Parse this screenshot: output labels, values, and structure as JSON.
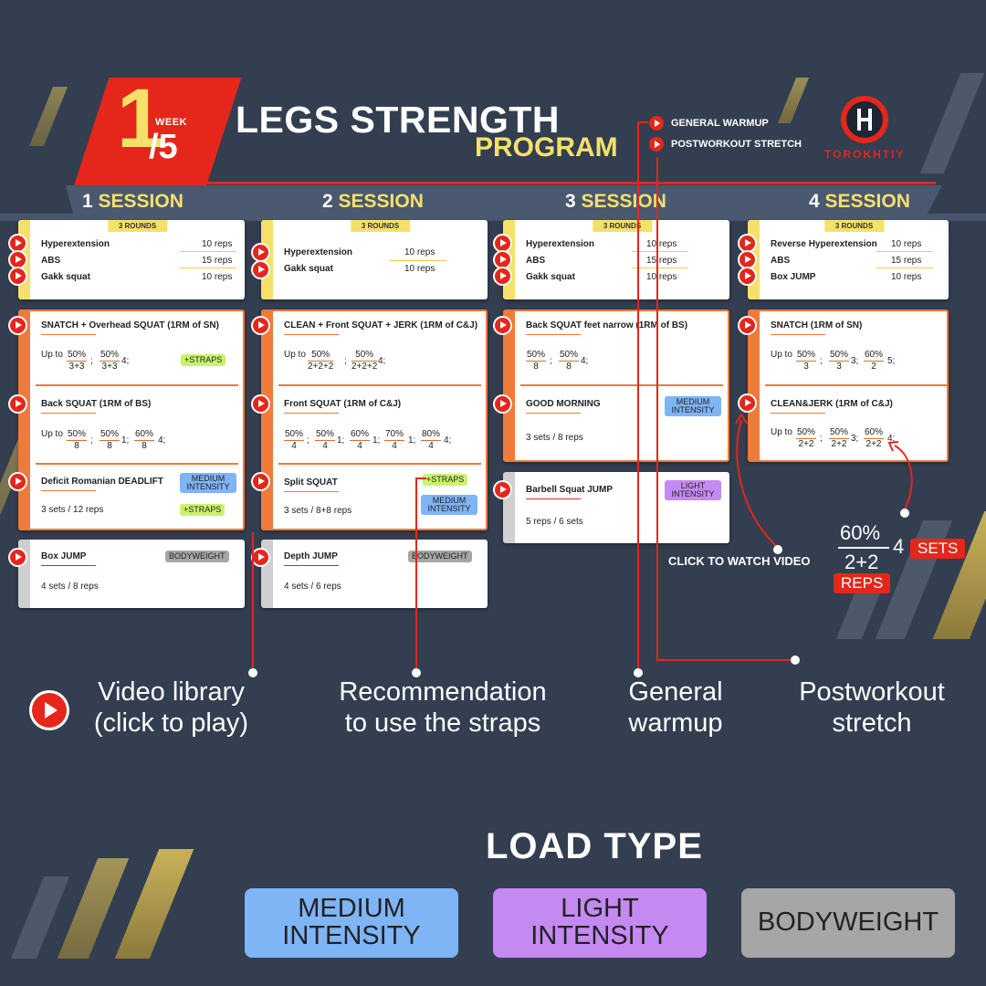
{
  "header": {
    "week_current": "1",
    "week_word": "WEEK",
    "week_total": "/5",
    "title_line1": "LEGS STRENGTH",
    "title_line2": "PROGRAM",
    "legend": [
      "GENERAL WARMUP",
      "POSTWORKOUT STRETCH"
    ],
    "brand": "TOROKHTIY"
  },
  "sessions": [
    {
      "num": "1",
      "word": " SESSION"
    },
    {
      "num": "2",
      "word": " SESSION"
    },
    {
      "num": "3",
      "word": " SESSION"
    },
    {
      "num": "4",
      "word": " SESSION"
    }
  ],
  "s1": {
    "rounds": "3 ROUNDS",
    "warmup": [
      {
        "name": "Hyperextension",
        "reps": "10 reps"
      },
      {
        "name": "ABS",
        "reps": "15 reps"
      },
      {
        "name": "Gakk squat",
        "reps": "10 reps"
      }
    ],
    "ex1": {
      "name": "SNATCH + Overhead SQUAT (1RM of SN)",
      "prefix": "Up to",
      "f1n": "50%",
      "f1d": "3+3",
      "sep": ";",
      "f2n": "50%",
      "f2d": "3+3",
      "w2": "4;",
      "tag": "+STRAPS"
    },
    "ex2": {
      "name": "Back SQUAT (1RM of BS)",
      "prefix": "Up to",
      "f1n": "50%",
      "f1d": "8",
      "sep": ";",
      "f2n": "50%",
      "f2d": "8",
      "w2": "1;",
      "f3n": "60%",
      "f3d": "8",
      "w3": "4;"
    },
    "ex3": {
      "name": "Deficit Romanian DEADLIFT",
      "sets": "3 sets / 12 reps",
      "tag1": "MEDIUM INTENSITY",
      "tag2": "+STRAPS"
    },
    "ex4": {
      "name": "Box JUMP",
      "sets": "4 sets / 8 reps",
      "tag": "BODYWEIGHT"
    }
  },
  "s2": {
    "rounds": "3 ROUNDS",
    "warmup": [
      {
        "name": "Hyperextension",
        "reps": "10 reps"
      },
      {
        "name": "Gakk squat",
        "reps": "10 reps"
      }
    ],
    "ex1": {
      "name": "CLEAN + Front SQUAT + JERK (1RM of C&J)",
      "prefix": "Up to",
      "f1n": "50%",
      "f1d": "2+2+2",
      "sep": ";",
      "f2n": "50%",
      "f2d": "2+2+2",
      "w2": "4;"
    },
    "ex2": {
      "name": "Front SQUAT (1RM of C&J)",
      "f1n": "50%",
      "f1d": "4",
      "sep": ";",
      "f2n": "50%",
      "f2d": "4",
      "w2": "1;",
      "f3n": "60%",
      "f3d": "4",
      "w3": "1;",
      "f4n": "70%",
      "f4d": "4",
      "w4": "1;",
      "f5n": "80%",
      "f5d": "4",
      "w5": "4;"
    },
    "ex3": {
      "name": "Split SQUAT",
      "sets": "3 sets / 8+8 reps",
      "tag1": "+STRAPS",
      "tag2": "MEDIUM INTENSITY"
    },
    "ex4": {
      "name": "Depth JUMP",
      "sets": "4 sets / 6 reps",
      "tag": "BODYWEIGHT"
    }
  },
  "s3": {
    "rounds": "3 ROUNDS",
    "warmup": [
      {
        "name": "Hyperextension",
        "reps": "10 reps"
      },
      {
        "name": "ABS",
        "reps": "15 reps"
      },
      {
        "name": "Gakk squat",
        "reps": "10 reps"
      }
    ],
    "ex1": {
      "name": "Back SQUAT feet narrow (1RM of BS)",
      "f1n": "50%",
      "f1d": "8",
      "sep": ";",
      "f2n": "50%",
      "f2d": "8",
      "w2": "4;"
    },
    "ex2": {
      "name": "GOOD MORNING",
      "sets": "3 sets / 8 reps",
      "tag": "MEDIUM INTENSITY"
    },
    "ex3": {
      "name": "Barbell Squat JUMP",
      "sets": "5 reps / 6 sets",
      "tag": "LIGHT INTENSITY"
    }
  },
  "s4": {
    "rounds": "3 ROUNDS",
    "warmup": [
      {
        "name": "Reverse Hyperextension",
        "reps": "10 reps"
      },
      {
        "name": "ABS",
        "reps": "15 reps"
      },
      {
        "name": "Box JUMP",
        "reps": "10 reps"
      }
    ],
    "ex1": {
      "name": "SNATCH (1RM of SN)",
      "prefix": "Up to",
      "f1n": "50%",
      "f1d": "3",
      "sep": ";",
      "f2n": "50%",
      "f2d": "3",
      "w2": "3;",
      "f3n": "60%",
      "f3d": "2",
      "w3": "5;"
    },
    "ex2": {
      "name": "CLEAN&JERK (1RM of C&J)",
      "prefix": "Up to",
      "f1n": "50%",
      "f1d": "2+2",
      "sep": ";",
      "f2n": "50%",
      "f2d": "2+2",
      "w2": "3;",
      "f3n": "60%",
      "f3d": "2+2",
      "w3": "4;"
    }
  },
  "example": {
    "pct": "60%",
    "den": "2+2",
    "num": "4",
    "sets": "SETS",
    "reps": "REPS",
    "click": "CLICK TO WATCH VIDEO"
  },
  "bottom": {
    "video": "Video library\n(click to play)",
    "straps": "Recommendation\nto use the straps",
    "warmup": "General\nwarmup",
    "stretch": "Postworkout\nstretch"
  },
  "load": {
    "title": "LOAD TYPE",
    "medium": "MEDIUM\nINTENSITY",
    "light": "LIGHT\nINTENSITY",
    "bodyweight": "BODYWEIGHT",
    "colors": {
      "medium": "#7fb4f5",
      "light": "#c48af2",
      "bodyweight": "#a6a6a6",
      "straps": "#c9f36b",
      "accent": "#e5261b",
      "yellow": "#f5e16a",
      "orange": "#f07a3a"
    }
  }
}
